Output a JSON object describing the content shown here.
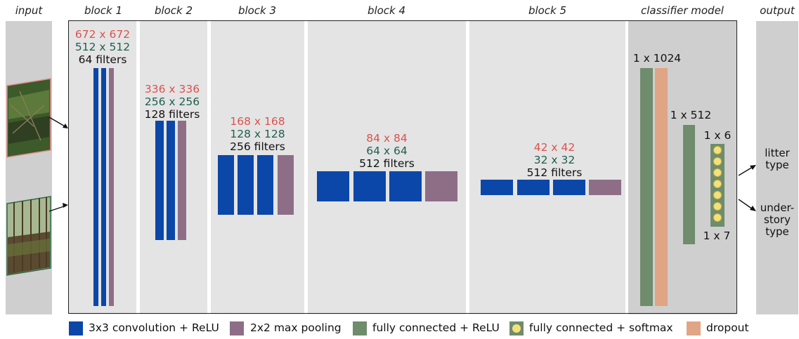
{
  "headers": {
    "input": "input",
    "block1": "block 1",
    "block2": "block 2",
    "block3": "block 3",
    "block4": "block 4",
    "block5": "block 5",
    "classifier": "classifier model",
    "output": "output"
  },
  "blocks": [
    {
      "res_in": "672 x 672",
      "res_out": "512 x 512",
      "filters": "64 filters"
    },
    {
      "res_in": "336 x 336",
      "res_out": "256 x 256",
      "filters": "128 filters"
    },
    {
      "res_in": "168 x 168",
      "res_out": "128 x 128",
      "filters": "256 filters"
    },
    {
      "res_in": "84 x 84",
      "res_out": "64 x 64",
      "filters": "512 filters"
    },
    {
      "res_in": "42 x 42",
      "res_out": "32 x 32",
      "filters": "512 filters"
    }
  ],
  "classifier": {
    "fc1": "1 x 1024",
    "fc2": "1 x 512",
    "out1": "1 x 6",
    "out2": "1 x 7"
  },
  "outputs": {
    "litter_line1": "litter",
    "litter_line2": "type",
    "under_line1": "under-",
    "under_line2": "story",
    "under_line3": "type"
  },
  "legend": {
    "conv": "3x3 convolution + ReLU",
    "pool": "2x2 max pooling",
    "fc_relu": "fully connected + ReLU",
    "fc_softmax": "fully connected + softmax",
    "dropout": "dropout"
  },
  "colors": {
    "conv": "#0a47a8",
    "pool": "#8e6e86",
    "fc_relu": "#6f8c6d",
    "softmax_dot": "#f5e17a",
    "dropout": "#e0a585",
    "res_in_text": "#d9534f",
    "res_out_text": "#1f5e4e"
  },
  "icons": {
    "input_image_1": "litter-photo",
    "input_image_2": "understory-photo"
  }
}
